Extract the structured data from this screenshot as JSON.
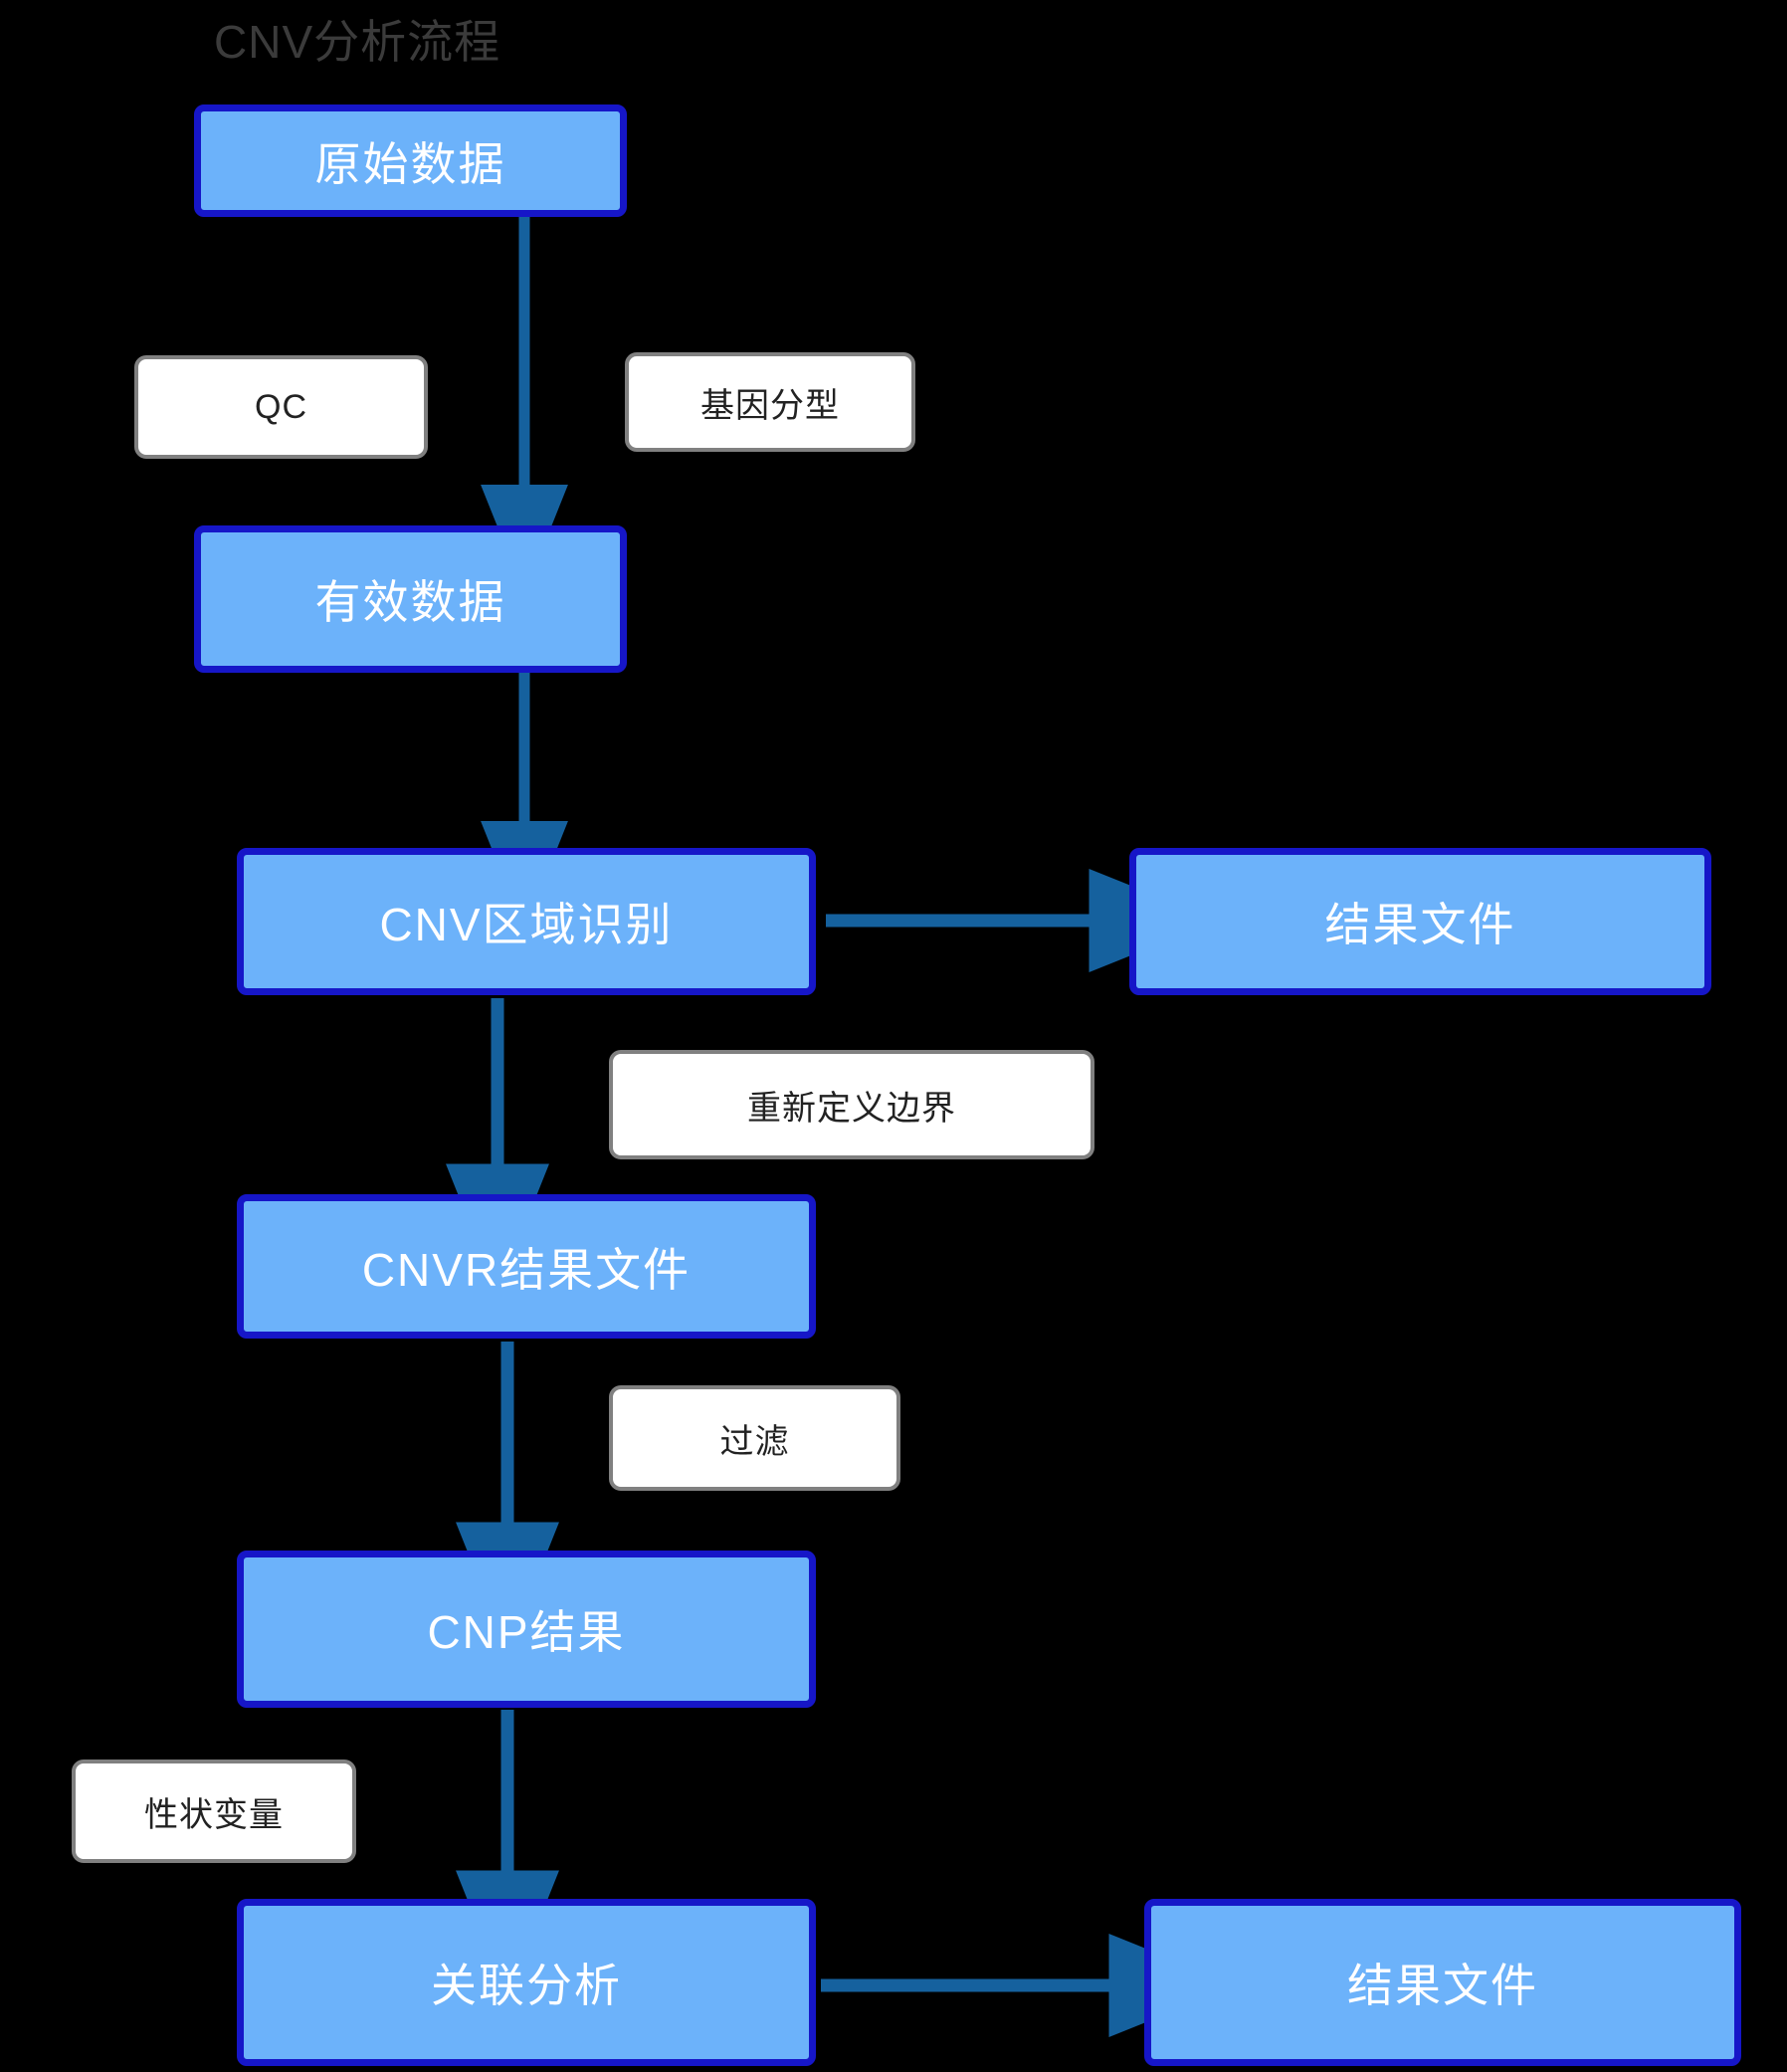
{
  "diagram": {
    "title": "CNV分析流程",
    "background_color": "#000000",
    "node_fill": "#6cb2fa",
    "node_border": "#1616c8",
    "node_text_color": "#ffffff",
    "label_fill": "#ffffff",
    "label_border": "#808080",
    "label_text_color": "#222222",
    "arrow_color": "#15619e",
    "title_color": "#3b3b3b",
    "nodes": [
      {
        "id": "raw-data",
        "label": "原始数据"
      },
      {
        "id": "valid-data",
        "label": "有效数据"
      },
      {
        "id": "cnv-region",
        "label": "CNV区域识别"
      },
      {
        "id": "result-file-1",
        "label": "结果文件"
      },
      {
        "id": "cnvr-file",
        "label": "CNVR结果文件"
      },
      {
        "id": "cnp-result",
        "label": "CNP结果"
      },
      {
        "id": "assoc",
        "label": "关联分析"
      },
      {
        "id": "result-file-2",
        "label": "结果文件"
      }
    ],
    "edge_labels": [
      {
        "id": "qc",
        "label": "QC"
      },
      {
        "id": "genotyping",
        "label": "基因分型"
      },
      {
        "id": "redefine",
        "label": "重新定义边界"
      },
      {
        "id": "filter",
        "label": "过滤"
      },
      {
        "id": "trait",
        "label": "性状变量"
      }
    ]
  }
}
